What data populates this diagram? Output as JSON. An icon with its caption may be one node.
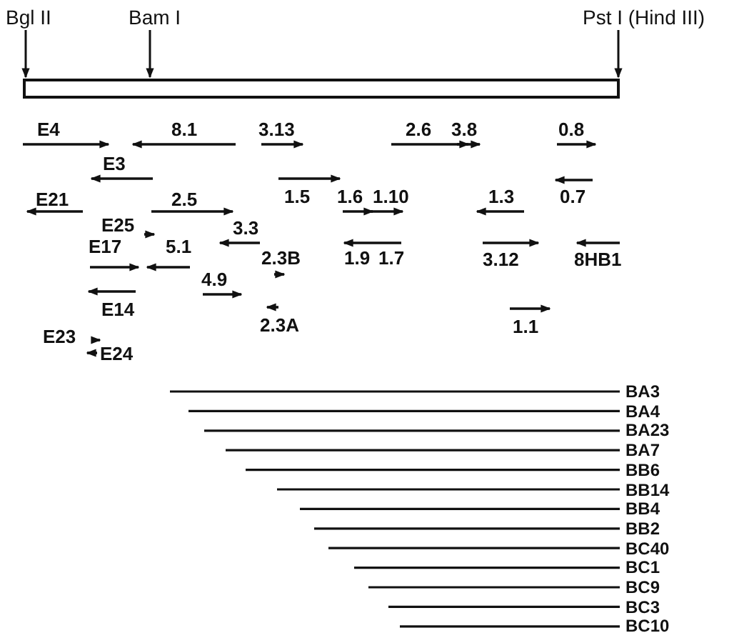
{
  "diagram": {
    "nodes": [
      {
        "text": [
          "Bgl II"
        ]
      },
      {
        "text": [
          "Bam I"
        ]
      },
      {
        "text": [
          "Pst I (Hind III)"
        ]
      },
      {
        "text": [],
        "shape": "bar"
      }
    ],
    "edges": [
      {
        "from": 0,
        "to": 3,
        "arrow": "to"
      },
      {
        "from": 1,
        "to": 3,
        "arrow": "to"
      },
      {
        "from": 2,
        "to": 3,
        "arrow": "to"
      }
    ],
    "labels": [
      "E4",
      "8.1",
      "3.13",
      "2.6",
      "3.8",
      "0.8",
      "E3",
      "E21",
      "2.5",
      "1.5",
      "1.6",
      "1.10",
      "1.3",
      "0.7",
      "E25",
      "3.3",
      "E17",
      "5.1",
      "2.3B",
      "1.9",
      "1.7",
      "3.12",
      "8HB1",
      "4.9",
      "E14",
      "2.3A",
      "1.1",
      "E23",
      "E24",
      "BA3",
      "BA4",
      "BA23",
      "BA7",
      "BB6",
      "BB14",
      "BB4",
      "BB2",
      "BC40",
      "BC1",
      "BC9",
      "BC3",
      "BC10"
    ]
  }
}
